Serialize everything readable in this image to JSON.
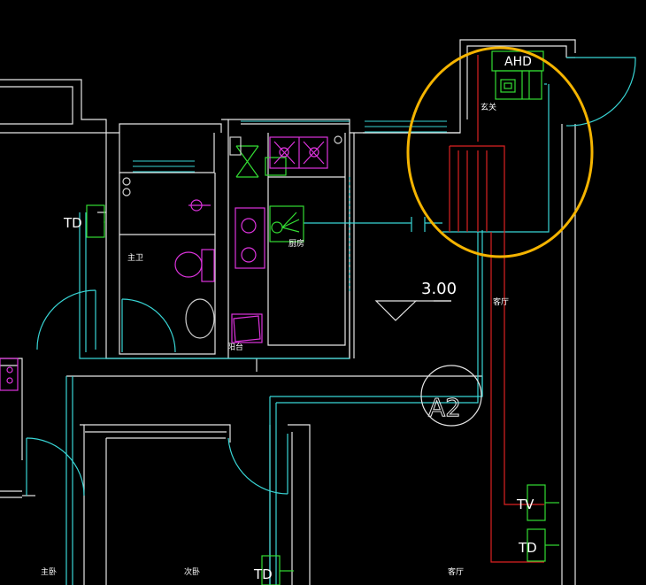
{
  "labels": {
    "ahd": "AHD",
    "td_left": "TD",
    "td_bottom_mid": "TD",
    "td_right": "TD",
    "tv_right": "TV",
    "level": "3.00",
    "axis": "A2",
    "room_bath": "主卫",
    "room_kitchen": "厨房",
    "room_balcony": "阳台",
    "room_switch": "玄关",
    "room_living": "客厅",
    "room_master": "主卧",
    "room_second": "次卧",
    "room_dining": "客厅"
  },
  "colors": {
    "background": "#000000",
    "wall": "#e6e6e6",
    "pipe_cyan": "#38d5d5",
    "device_green": "#33dd33",
    "fixture_magenta": "#dd33dd",
    "cable_red": "#dd2222",
    "highlight": "#f5b400"
  }
}
